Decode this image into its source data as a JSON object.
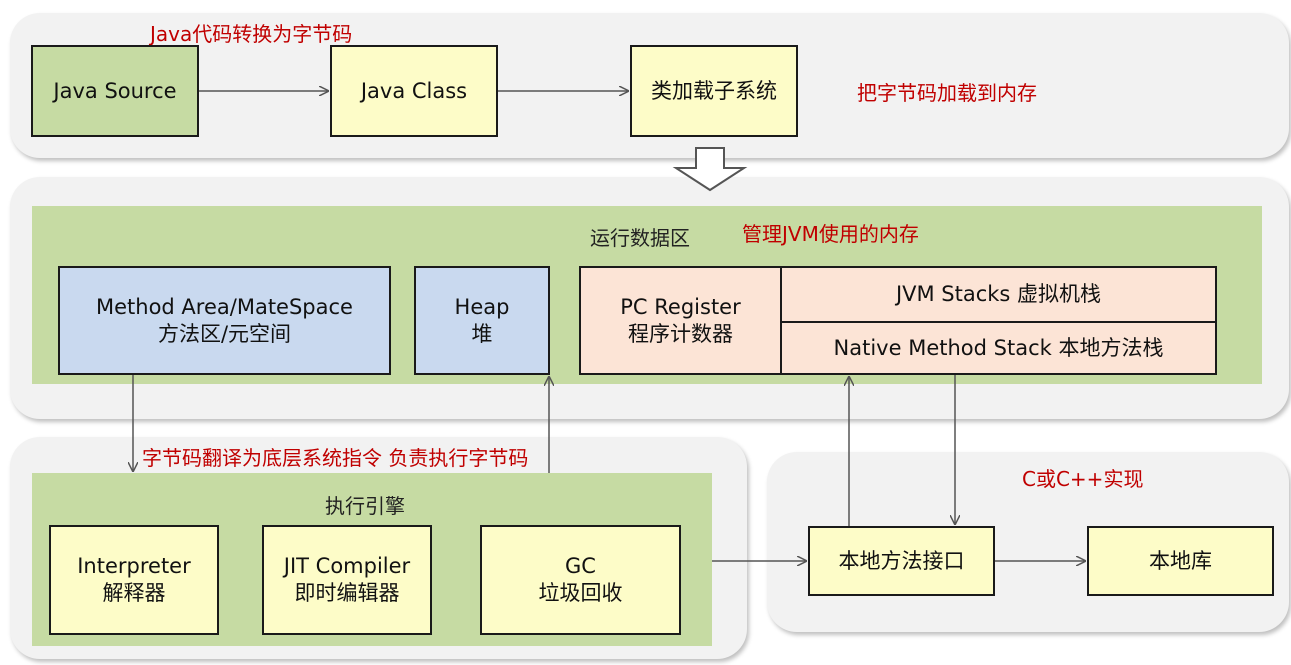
{
  "top": {
    "caption_convert": "Java代码转换为字节码",
    "java_source": "Java Source",
    "java_class": "Java Class",
    "class_loader": "类加载子系统",
    "caption_load": "把字节码加载到内存"
  },
  "runtime": {
    "title": "运行数据区",
    "caption": "管理JVM使用的内存",
    "method_area_line1": "Method Area/MateSpace",
    "method_area_line2": "方法区/元空间",
    "heap_line1": "Heap",
    "heap_line2": "堆",
    "pc_line1": "PC Register",
    "pc_line2": "程序计数器",
    "jvm_stacks": "JVM Stacks 虚拟机栈",
    "native_stack": "Native Method Stack 本地方法栈"
  },
  "engine": {
    "caption": "字节码翻译为底层系统指令 负责执行字节码",
    "title": "执行引擎",
    "interpreter_line1": "Interpreter",
    "interpreter_line2": "解释器",
    "jit_line1": "JIT Compiler",
    "jit_line2": "即时编辑器",
    "gc_line1": "GC",
    "gc_line2": "垃圾回收"
  },
  "native": {
    "caption": "C或C++实现",
    "interface": "本地方法接口",
    "library": "本地库"
  },
  "colors": {
    "caption_red": "#c00000",
    "green_area": "#c6dba3",
    "yellow_box": "#fdfcc8",
    "blue_box": "#c9d9ef",
    "peach_box": "#fce4d6",
    "panel_gray": "#f2f2f2"
  }
}
